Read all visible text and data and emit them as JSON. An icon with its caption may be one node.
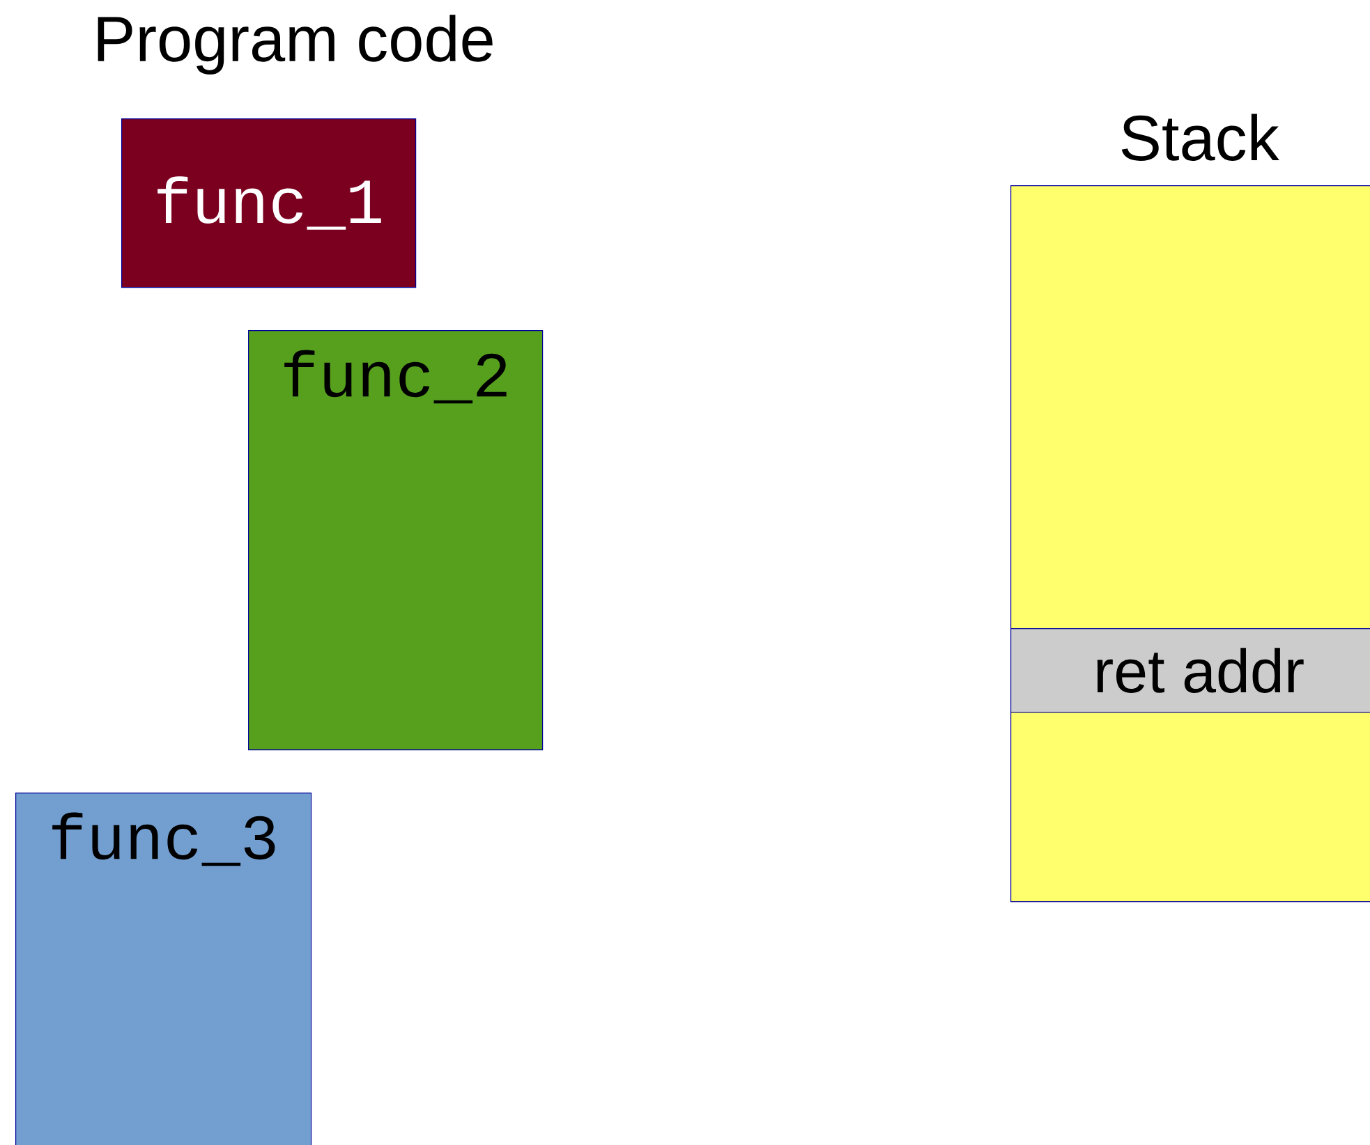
{
  "diagram": {
    "nodes": [
      {
        "text": [
          "func_1"
        ]
      },
      {
        "text": [
          "func_2"
        ]
      },
      {
        "text": [
          "func_3"
        ]
      },
      {
        "text": [
          "Stack"
        ]
      },
      {
        "text": [
          "ret addr"
        ],
        "in": 3
      }
    ],
    "labels": [
      "Program code"
    ]
  }
}
